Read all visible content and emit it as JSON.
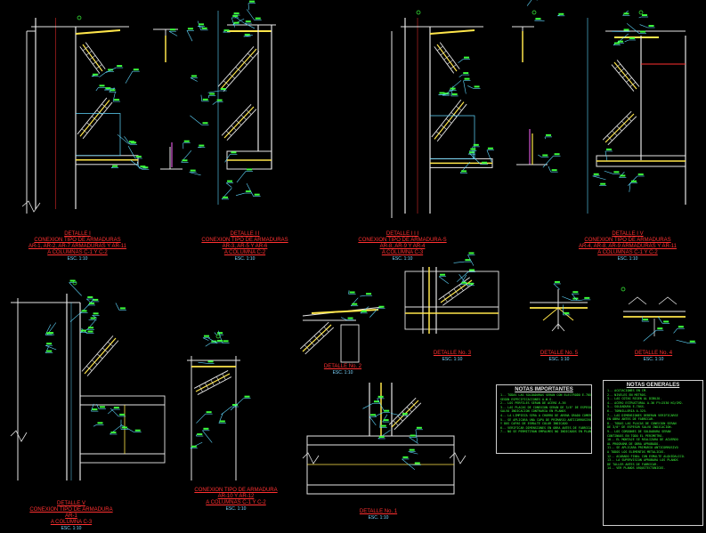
{
  "drawing": {
    "details": [
      {
        "id": "d1",
        "title": "DETALLE  I",
        "lines": [
          "CONEXION TIPO DE ARMADURAS",
          "AR-1, AR-2, AR-7 ARMADURAS Y AR-11",
          "A COLUMNAS C-1 Y C-2"
        ],
        "scale": "ESC. 1:10"
      },
      {
        "id": "d2",
        "title": "DETALLE  I I",
        "lines": [
          "CONEXION TIPO DE ARMADURAS",
          "AR-3, AR-5 Y AR-6",
          "A COLUMNA C-2"
        ],
        "scale": "ESC. 1:10"
      },
      {
        "id": "d3",
        "title": "DETALLE  I I I",
        "lines": [
          "CONEXION TIPO DE ARMADURA-S",
          "AR-8, AR-9 Y AR-4",
          "A COLUMNA C-3"
        ],
        "scale": "ESC. 1:10"
      },
      {
        "id": "d4",
        "title": "DETALLE  I V",
        "lines": [
          "CONEXION TIPO DE ARMADURAS",
          "AR-4, AR-8, AR-9 ARMADURAS Y AR-11",
          "A COLUMNAS C-1 Y C-2"
        ],
        "scale": "ESC. 1:10"
      },
      {
        "id": "d5",
        "title": "DETALLE  V",
        "lines": [
          "CONEXION TIPO DE ARMADURA",
          "AR-1",
          "A COLUMNA C-3"
        ],
        "scale": "ESC. 1:10"
      },
      {
        "id": "d6",
        "title": "",
        "lines": [
          "CONEXION TIPO DE ARMADURA",
          "AR-10 Y AR-12",
          "A COLUMNAS C-1 Y C-2"
        ],
        "scale": "ESC. 1:10"
      },
      {
        "id": "n2",
        "title": "DETALLE No. 2",
        "lines": [],
        "scale": "ESC. 1:10"
      },
      {
        "id": "n3",
        "title": "DETALLE No. 3",
        "lines": [],
        "scale": "ESC. 1:10"
      },
      {
        "id": "n5",
        "title": "DETALLE No. 5",
        "lines": [],
        "scale": "ESC. 1:10"
      },
      {
        "id": "n4",
        "title": "DETALLE No. 4",
        "lines": [],
        "scale": "ESC. 1:10"
      },
      {
        "id": "n1",
        "title": "DETALLE No. 1",
        "lines": [],
        "scale": "ESC. 1:10"
      }
    ],
    "notas_importantes": {
      "title": "NOTAS IMPORTANTES",
      "lines": [
        "1.- TODAS LAS SOLDADURAS SERAN CON ELECTRODO E-70XX",
        "    SEGUN ESPECIFICACIONES A.W.S.",
        "2.- LOS PERFILES SERAN DE ACERO A-36",
        "3.- LAS PLACAS DE CONEXION SERAN DE 3/8\" DE ESPESOR",
        "    SALVO INDICACION CONTRARIA EN PLANOS",
        "4.- LA LIMPIEZA SERA A CHORRO DE ARENA GRADO COMERCIAL",
        "5.- SE APLICARA UNA CAPA DE PRIMARIO ANTICORROSIVO",
        "    Y DOS CAPAS DE ESMALTE COLOR INDICADO",
        "6.- VERIFICAR DIMENSIONES EN OBRA ANTES DE FABRICAR",
        "7.- NO SE PERMITIRAN EMPALMES NO INDICADOS EN PLANOS"
      ]
    },
    "notas_generales": {
      "title": "NOTAS GENERALES",
      "lines": [
        "1.- ACOTACIONES EN CM.",
        "2.- NIVELES EN METROS.",
        "3.- LAS COTAS RIGEN AL DIBUJO.",
        "4.- ACERO ESTRUCTURAL A-36 FY=2530 KG/CM2.",
        "5.- SOLDADURA E-70XX.",
        "6.- TORNILLERIA A-325.",
        "7.- LAS DIMENSIONES DEBERAN VERIFICARSE",
        "    EN OBRA ANTES DE FABRICAR.",
        "8.- TODAS LAS PLACAS DE CONEXION SERAN",
        "    DE 3/8\" DE ESPESOR SALVO INDICACION.",
        "9.- LOS CORDONES DE SOLDADURA SERAN",
        "    CONTINUOS EN TODO EL PERIMETRO.",
        "10.- EL MONTAJE SE REALIZARA DE ACUERDO",
        "     AL PROGRAMA DE OBRA APROBADO.",
        "11.- SE APLICARA PRIMARIO ANTICORROSIVO",
        "     A TODOS LOS ELEMENTOS METALICOS.",
        "12.- ACABADO FINAL CON ESMALTE ALQUIDALICO.",
        "13.- LA SUPERVISION APROBARA LOS PLANOS",
        "     DE TALLER ANTES DE FABRICAR.",
        "14.- VER PLANOS ARQUITECTONICOS."
      ]
    },
    "colors": {
      "background": "#000000",
      "white": "#e6e6e6",
      "cyan": "#5fd8ff",
      "yellow": "#ffe64a",
      "red": "#ff3030",
      "green": "#3cff3c",
      "magenta": "#ff66ff",
      "orange": "#ffb347"
    }
  }
}
